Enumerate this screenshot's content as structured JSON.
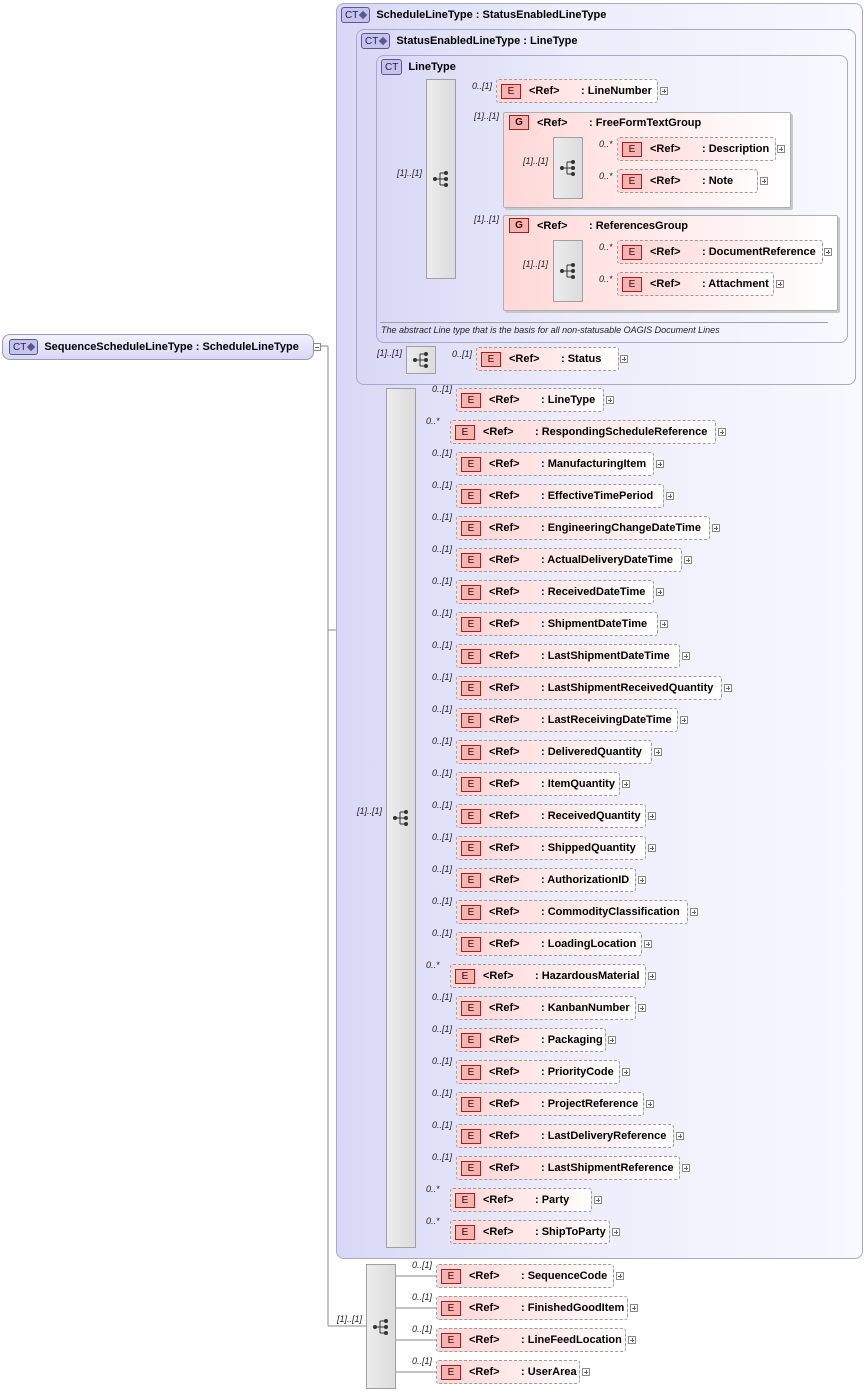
{
  "root": {
    "badge": "CT",
    "label": "SequenceScheduleLineType : ScheduleLineType"
  },
  "schedule_line_type": {
    "badge": "CT",
    "label": "ScheduleLineType : StatusEnabledLineType"
  },
  "status_enabled_line_type": {
    "badge": "CT",
    "label": "StatusEnabledLineType : LineType"
  },
  "line_type": {
    "badge": "CT",
    "label": "LineType",
    "seq_mult": "[1]..[1]",
    "line_number": {
      "mult": "0..[1]",
      "ref": "<Ref>",
      "name": ": LineNumber"
    },
    "free_form_group": {
      "mult": "[1]..[1]",
      "badge": "G",
      "ref": "<Ref>",
      "name": ": FreeFormTextGroup",
      "seq_mult": "[1]..[1]",
      "items": [
        {
          "mult": "0..*",
          "ref": "<Ref>",
          "name": ": Description"
        },
        {
          "mult": "0..*",
          "ref": "<Ref>",
          "name": ": Note"
        }
      ]
    },
    "references_group": {
      "mult": "[1]..[1]",
      "badge": "G",
      "ref": "<Ref>",
      "name": ": ReferencesGroup",
      "seq_mult": "[1]..[1]",
      "items": [
        {
          "mult": "0..*",
          "ref": "<Ref>",
          "name": ": DocumentReference"
        },
        {
          "mult": "0..*",
          "ref": "<Ref>",
          "name": ": Attachment"
        }
      ]
    },
    "annotation": "The abstract Line type that is the basis for all non-statusable OAGIS Document Lines"
  },
  "status_seq": {
    "mult": "[1]..[1]",
    "item": {
      "mult": "0..[1]",
      "ref": "<Ref>",
      "name": ": Status"
    }
  },
  "element_badge": "E",
  "schedule_seq": {
    "mult": "[1]..[1]",
    "items": [
      {
        "mult": "0..[1]",
        "ref": "<Ref>",
        "name": ": LineType"
      },
      {
        "mult": "0..*",
        "ref": "<Ref>",
        "name": ": RespondingScheduleReference"
      },
      {
        "mult": "0..[1]",
        "ref": "<Ref>",
        "name": ": ManufacturingItem"
      },
      {
        "mult": "0..[1]",
        "ref": "<Ref>",
        "name": ": EffectiveTimePeriod"
      },
      {
        "mult": "0..[1]",
        "ref": "<Ref>",
        "name": ": EngineeringChangeDateTime"
      },
      {
        "mult": "0..[1]",
        "ref": "<Ref>",
        "name": ": ActualDeliveryDateTime"
      },
      {
        "mult": "0..[1]",
        "ref": "<Ref>",
        "name": ": ReceivedDateTime"
      },
      {
        "mult": "0..[1]",
        "ref": "<Ref>",
        "name": ": ShipmentDateTime"
      },
      {
        "mult": "0..[1]",
        "ref": "<Ref>",
        "name": ": LastShipmentDateTime"
      },
      {
        "mult": "0..[1]",
        "ref": "<Ref>",
        "name": ": LastShipmentReceivedQuantity"
      },
      {
        "mult": "0..[1]",
        "ref": "<Ref>",
        "name": ": LastReceivingDateTime"
      },
      {
        "mult": "0..[1]",
        "ref": "<Ref>",
        "name": ": DeliveredQuantity"
      },
      {
        "mult": "0..[1]",
        "ref": "<Ref>",
        "name": ": ItemQuantity"
      },
      {
        "mult": "0..[1]",
        "ref": "<Ref>",
        "name": ": ReceivedQuantity"
      },
      {
        "mult": "0..[1]",
        "ref": "<Ref>",
        "name": ": ShippedQuantity"
      },
      {
        "mult": "0..[1]",
        "ref": "<Ref>",
        "name": ": AuthorizationID"
      },
      {
        "mult": "0..[1]",
        "ref": "<Ref>",
        "name": ": CommodityClassification"
      },
      {
        "mult": "0..[1]",
        "ref": "<Ref>",
        "name": ": LoadingLocation"
      },
      {
        "mult": "0..*",
        "ref": "<Ref>",
        "name": ": HazardousMaterial"
      },
      {
        "mult": "0..[1]",
        "ref": "<Ref>",
        "name": ": KanbanNumber"
      },
      {
        "mult": "0..[1]",
        "ref": "<Ref>",
        "name": ": Packaging"
      },
      {
        "mult": "0..[1]",
        "ref": "<Ref>",
        "name": ": PriorityCode"
      },
      {
        "mult": "0..[1]",
        "ref": "<Ref>",
        "name": ": ProjectReference"
      },
      {
        "mult": "0..[1]",
        "ref": "<Ref>",
        "name": ": LastDeliveryReference"
      },
      {
        "mult": "0..[1]",
        "ref": "<Ref>",
        "name": ": LastShipmentReference"
      },
      {
        "mult": "0..*",
        "ref": "<Ref>",
        "name": ": Party"
      },
      {
        "mult": "0..*",
        "ref": "<Ref>",
        "name": ": ShipToParty"
      }
    ]
  },
  "bottom_seq": {
    "mult": "[1]..[1]",
    "items": [
      {
        "mult": "0..[1]",
        "ref": "<Ref>",
        "name": ": SequenceCode"
      },
      {
        "mult": "0..[1]",
        "ref": "<Ref>",
        "name": ": FinishedGoodItem"
      },
      {
        "mult": "0..[1]",
        "ref": "<Ref>",
        "name": ": LineFeedLocation"
      },
      {
        "mult": "0..[1]",
        "ref": "<Ref>",
        "name": ": UserArea"
      }
    ]
  }
}
